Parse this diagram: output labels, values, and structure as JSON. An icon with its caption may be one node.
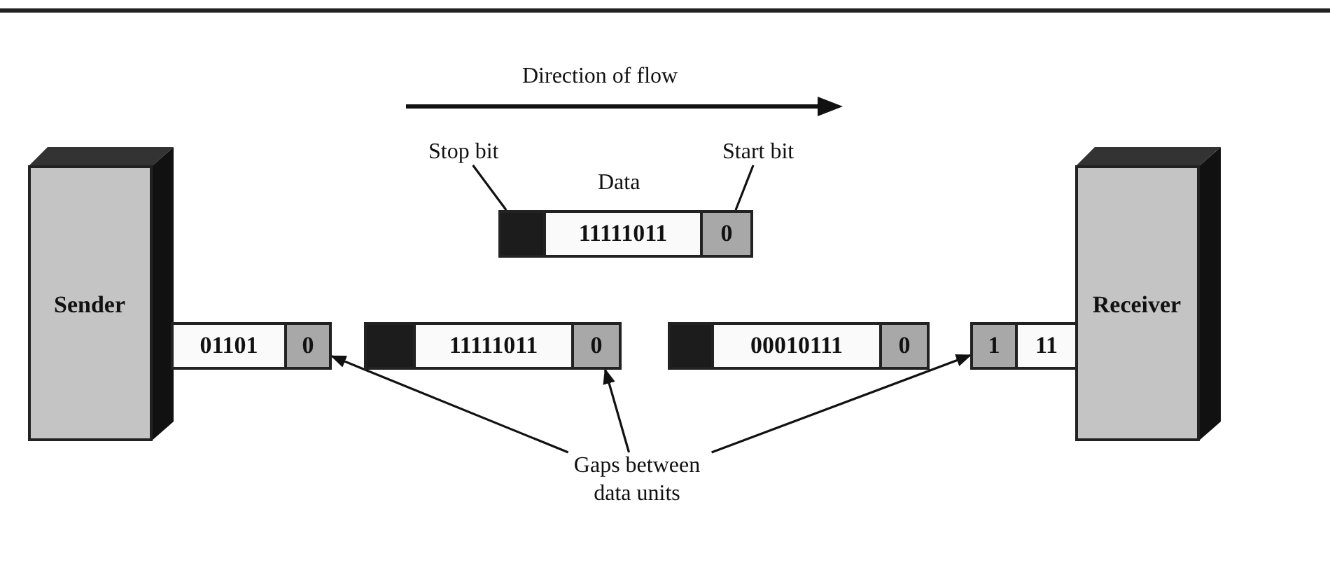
{
  "diagram": {
    "nodes": [
      {
        "text": [
          "Sender"
        ]
      },
      {
        "text": [
          "Receiver"
        ]
      },
      {
        "text": [],
        "shape": "box"
      },
      {
        "text": [
          "11111011"
        ],
        "beside": [
          "Data"
        ]
      },
      {
        "text": [
          "0"
        ]
      },
      {
        "text": [
          "Stop bit"
        ]
      },
      {
        "text": [
          "Start bit"
        ]
      },
      {
        "text": [
          "01101"
        ]
      },
      {
        "text": [
          "0"
        ]
      },
      {
        "text": [],
        "shape": "box"
      },
      {
        "text": [
          "11111011"
        ]
      },
      {
        "text": [
          "0"
        ]
      },
      {
        "text": [],
        "shape": "box"
      },
      {
        "text": [
          "00010111"
        ]
      },
      {
        "text": [
          "0"
        ]
      },
      {
        "text": [
          "1"
        ]
      },
      {
        "text": [
          "11"
        ]
      },
      {
        "text": [
          "Gaps between data units"
        ]
      }
    ],
    "edges": [
      {
        "from": 5,
        "to": 2,
        "arrow": "none"
      },
      {
        "from": 6,
        "to": 4,
        "arrow": "none"
      },
      {
        "from": 17,
        "to": 8,
        "arrow": "to"
      },
      {
        "from": 17,
        "to": 11,
        "arrow": "to"
      },
      {
        "from": 17,
        "to": 15,
        "arrow": "to"
      }
    ],
    "labels": [
      "Direction of flow"
    ]
  }
}
